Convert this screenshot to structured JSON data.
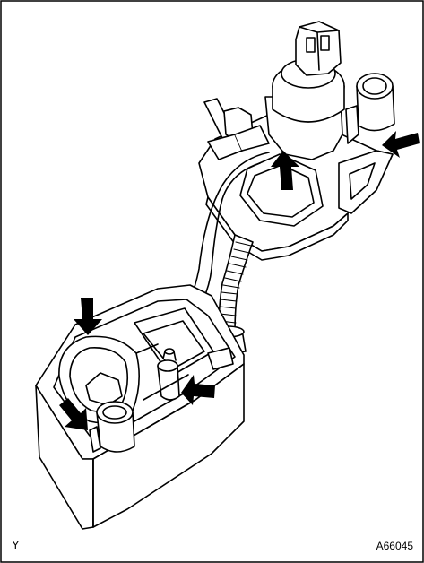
{
  "figure": {
    "corner_mark": "Y",
    "figure_id": "A66045"
  },
  "colors": {
    "line": "#000000",
    "fill": "#ffffff",
    "arrow": "#000000"
  },
  "arrows": [
    {
      "name": "arrow-upper-right"
    },
    {
      "name": "arrow-upper-center"
    },
    {
      "name": "arrow-lower-top-left"
    },
    {
      "name": "arrow-lower-left"
    },
    {
      "name": "arrow-lower-center"
    }
  ]
}
